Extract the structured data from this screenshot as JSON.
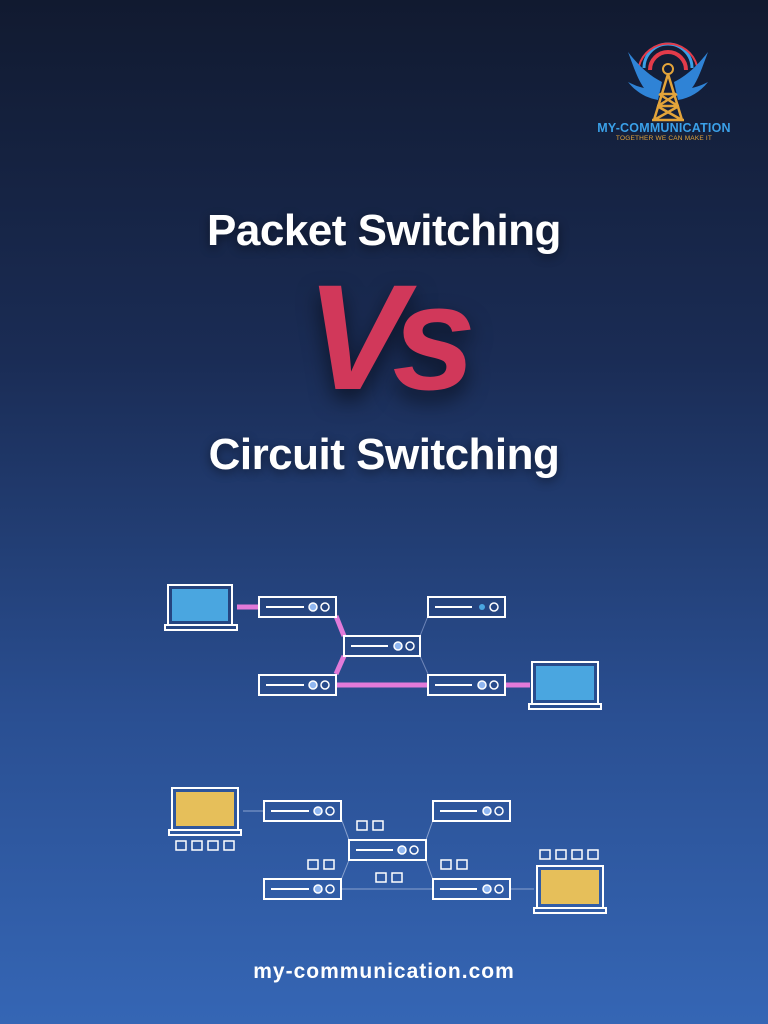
{
  "brand": {
    "name": "MY-COMMUNICATION",
    "tagline": "TOGETHER WE CAN MAKE IT",
    "logo_icon": "radio-tower-with-wings-icon"
  },
  "title_top": "Packet Switching",
  "vs_text": "Vs",
  "title_bottom": "Circuit Switching",
  "footer_url": "my-communication.com",
  "colors": {
    "accent_red": "#d1385a",
    "circuit_link": "#e27ad9",
    "laptop_screen_blue": "#4aa6e0",
    "laptop_screen_yellow": "#e6bf5a",
    "logo_blue": "#3aa0e8",
    "logo_gold": "#e3a43a"
  }
}
